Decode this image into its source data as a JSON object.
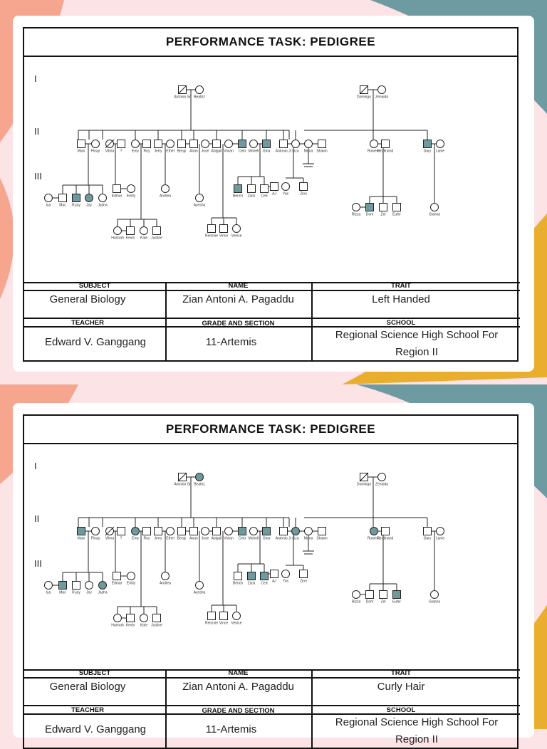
{
  "pages": [
    {
      "title": "PERFORMANCE TASK: PEDIGREE",
      "generations": [
        "I",
        "II",
        "III"
      ],
      "labels": {
        "g1_left": [
          "Antonio Sr",
          "Beatriz"
        ],
        "g1_right": [
          "Domingo",
          "Zenaida"
        ],
        "g2": [
          "Mulo",
          "Pinay",
          "Vilma",
          "?",
          "Emy",
          "Roy",
          "Jerry",
          "Ethel",
          "Benjy",
          "Anan",
          "Jose",
          "Abigail",
          "Vivian",
          "Celo",
          "Mohell",
          "Gina",
          "Antonio Jr",
          "Liza",
          "Mona",
          "Shawn",
          "Rowena",
          "Ferdinand",
          "Gary",
          "Lanie"
        ],
        "g3": [
          "Iya",
          "Mac",
          "R-jay",
          "Joy",
          "Jasha",
          "Edmar",
          "Emily",
          "Andrea",
          "Ayesha",
          "Bench",
          "Zack",
          "Ced",
          "AJ",
          "Yas",
          "Zion",
          "Rizza",
          "Dom",
          "Zel",
          "Eufer",
          "Gianna"
        ],
        "g4": [
          "Hannah",
          "Kevin",
          "Kate",
          "Justine",
          "Renzvie",
          "Vince",
          "Venice"
        ]
      },
      "headers": {
        "subject": "SUBJECT",
        "name": "NAME",
        "trait": "TRAIT",
        "teacher": "TEACHER",
        "grade": "GRADE AND SECTION",
        "school": "SCHOOL"
      },
      "values": {
        "subject": "General Biology",
        "name": "Zian Antoni A. Pagaddu",
        "trait": "Left Handed",
        "teacher": "Edward V. Ganggang",
        "grade": "11-Artemis",
        "school_line1": "Regional Science High School For",
        "school_line2": "Region II"
      },
      "affected": [
        "Gary",
        "R-jay",
        "Joy",
        "Bench",
        "Dom",
        "Celo",
        "Gina"
      ]
    },
    {
      "title": "PERFORMANCE TASK: PEDIGREE",
      "generations": [
        "I",
        "II",
        "III"
      ],
      "labels": {
        "g1_left": [
          "Antonio Sr",
          "Beatriz"
        ],
        "g1_right": [
          "Domingo",
          "Zenaida"
        ],
        "g2": [
          "Mulo",
          "Pinay",
          "Vilma",
          "?",
          "Emy",
          "Roy",
          "Jerry",
          "Ethel",
          "Benjy",
          "Anan",
          "Jose",
          "Abigail",
          "Vivian",
          "Celo",
          "Mohell",
          "Gina",
          "Antonio Jr",
          "Liza",
          "Mona",
          "Shawn",
          "Rowena",
          "Ferdinand",
          "Gary",
          "Lanie"
        ],
        "g3": [
          "Iya",
          "Mac",
          "R-jay",
          "Joy",
          "Jasha",
          "Edmar",
          "Emily",
          "Andrea",
          "Ayesha",
          "Bench",
          "Zack",
          "Ced",
          "AJ",
          "Yas",
          "Zion",
          "Rizza",
          "Dom",
          "Zel",
          "Eufer",
          "Gianna"
        ],
        "g4": [
          "Hannah",
          "Kevin",
          "Kate",
          "Justine",
          "Renzvie",
          "Vince",
          "Venice"
        ]
      },
      "headers": {
        "subject": "SUBJECT",
        "name": "NAME",
        "trait": "TRAIT",
        "teacher": "TEACHER",
        "grade": "GRADE AND SECTION",
        "school": "SCHOOL"
      },
      "values": {
        "subject": "General Biology",
        "name": "Zian Antoni A. Pagaddu",
        "trait": "Curly Hair",
        "teacher": "Edward V. Ganggang",
        "grade": "11-Artemis",
        "school_line1": "Regional Science High School For",
        "school_line2": "Region II"
      },
      "affected": [
        "Beatriz",
        "Mulo",
        "Emy",
        "Celo",
        "Gina",
        "Liza",
        "Rowena",
        "Mac",
        "Jasha",
        "Zack",
        "Ced",
        "Eufer"
      ]
    }
  ],
  "colors": {
    "affected": "#6e9a9e",
    "line": "#222222",
    "bg_pink": "#fbe3e6",
    "bg_salmon": "#f6a68f",
    "bg_teal": "#6e9ba1",
    "bg_gold": "#e9ae2d"
  }
}
